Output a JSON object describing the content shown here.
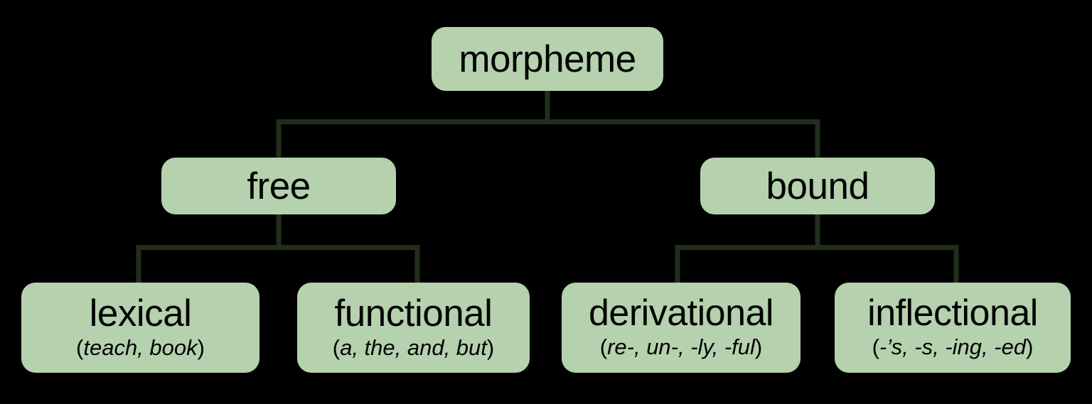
{
  "diagram": {
    "type": "tree",
    "title": "morpheme classification tree",
    "colors": {
      "background": "#000000",
      "node_fill": "#b5d1ae",
      "node_text": "#000000",
      "connector": "#222e1c"
    },
    "nodes": {
      "root": {
        "label": "morpheme"
      },
      "free": {
        "label": "free"
      },
      "bound": {
        "label": "bound"
      },
      "lexical": {
        "label": "lexical",
        "examples_open": "(",
        "examples": "teach, book",
        "examples_close": ")"
      },
      "functional": {
        "label": "functional",
        "examples_open": "(",
        "examples": "a, the, and, but",
        "examples_close": ")"
      },
      "derivational": {
        "label": "derivational",
        "examples_open": "(",
        "examples": "re-, un-, -ly, -ful",
        "examples_close": ")"
      },
      "inflectional": {
        "label": "inflectional",
        "examples_open": "(",
        "examples": "-’s, -s, -ing, -ed",
        "examples_close": ")"
      }
    },
    "edges": [
      {
        "from": "root",
        "to": "free"
      },
      {
        "from": "root",
        "to": "bound"
      },
      {
        "from": "free",
        "to": "lexical"
      },
      {
        "from": "free",
        "to": "functional"
      },
      {
        "from": "bound",
        "to": "derivational"
      },
      {
        "from": "bound",
        "to": "inflectional"
      }
    ]
  }
}
